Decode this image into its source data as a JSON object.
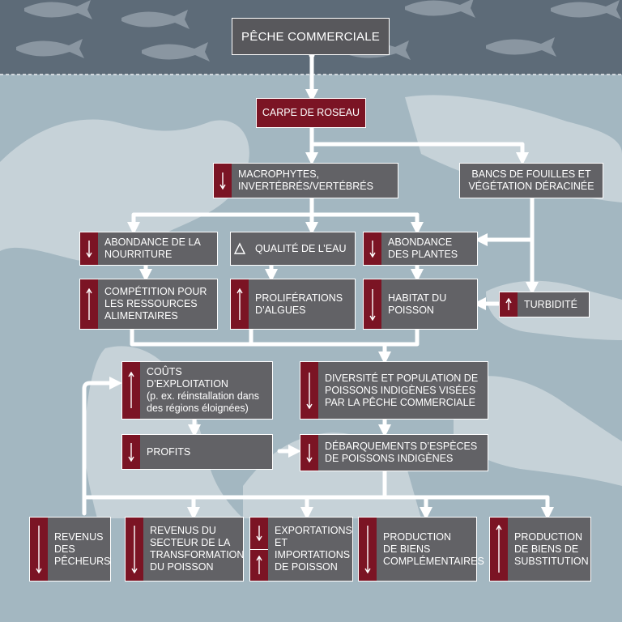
{
  "colors": {
    "background": "#a3b7c1",
    "band": "#5d6b78",
    "land": "#c6d2d8",
    "box": "#626266",
    "accent": "#7b1424",
    "arrow": "#ffffff"
  },
  "nodes": {
    "commercial_fishing": "PÊCHE COMMERCIALE",
    "reed_carp": "CARPE DE ROSEAU",
    "macrophytes": [
      "MACROPHYTES,",
      "INVERTÉBRÉS/VERTÉBRÉS"
    ],
    "spawning_beds": [
      "BANCS DE FOUILLES ET",
      "VÉGÉTATION DÉRACINÉE"
    ],
    "food_abundance": [
      "ABONDANCE DE LA",
      "NOURRITURE"
    ],
    "water_quality": "QUALITÉ DE L’EAU",
    "plant_abundance": [
      "ABONDANCE",
      "DES PLANTES"
    ],
    "resource_competition": [
      "COMPÉTITION POUR",
      "LES RESSOURCES",
      "ALIMENTAIRES"
    ],
    "algal_blooms": [
      "PROLIFÉRATIONS",
      "D’ALGUES"
    ],
    "fish_habitat": [
      "HABITAT DU",
      "POISSON"
    ],
    "turbidity": "TURBIDITÉ",
    "operating_costs": [
      "COÛTS D’EXPLOITATION",
      "(p. ex. réinstallation dans",
      "des régions éloignées)"
    ],
    "native_diversity": [
      "DIVERSITÉ ET POPULATION DE",
      "POISSONS INDIGÈNES VISÉES",
      "PAR LA PÊCHE COMMERCIALE"
    ],
    "profits": "PROFITS",
    "native_landings": [
      "DÉBARQUEMENTS D’ESPÈCES",
      "DE POISSONS INDIGÈNES"
    ],
    "fisher_income": [
      "REVENUS",
      "DES",
      "PÊCHEURS"
    ],
    "processing_income": [
      "REVENUS DU",
      "SECTEUR DE LA",
      "TRANSFORMATION",
      "DU POISSON"
    ],
    "trade": [
      "EXPORTATIONS",
      "ET",
      "IMPORTATIONS",
      "DE POISSON"
    ],
    "complementary_goods": [
      "PRODUCTION",
      "DE BIENS",
      "COMPLÉMENTAIRES"
    ],
    "substitute_goods": [
      "PRODUCTION",
      "DE BIENS DE",
      "SUBSTITUTION"
    ]
  },
  "indicators": {
    "macrophytes": "decrease",
    "food_abundance": "decrease",
    "water_quality": "change",
    "plant_abundance": "decrease",
    "resource_competition": "increase",
    "algal_blooms": "increase",
    "fish_habitat": "decrease",
    "turbidity": "increase",
    "operating_costs": "increase",
    "native_diversity": "decrease",
    "profits": "decrease",
    "native_landings": "decrease",
    "fisher_income": "decrease",
    "processing_income": "decrease",
    "trade_exports": "decrease",
    "trade_imports": "increase",
    "complementary_goods": "decrease",
    "substitute_goods": "increase"
  },
  "edges": [
    [
      "commercial_fishing",
      "reed_carp"
    ],
    [
      "reed_carp",
      "macrophytes"
    ],
    [
      "reed_carp",
      "spawning_beds"
    ],
    [
      "macrophytes",
      "food_abundance"
    ],
    [
      "macrophytes",
      "water_quality"
    ],
    [
      "macrophytes",
      "plant_abundance"
    ],
    [
      "spawning_beds",
      "plant_abundance"
    ],
    [
      "spawning_beds",
      "turbidity"
    ],
    [
      "food_abundance",
      "resource_competition"
    ],
    [
      "water_quality",
      "algal_blooms"
    ],
    [
      "plant_abundance",
      "fish_habitat"
    ],
    [
      "turbidity",
      "fish_habitat"
    ],
    [
      "resource_competition",
      "native_diversity"
    ],
    [
      "algal_blooms",
      "native_diversity"
    ],
    [
      "fish_habitat",
      "native_diversity"
    ],
    [
      "native_diversity",
      "native_landings"
    ],
    [
      "operating_costs",
      "profits"
    ],
    [
      "profits",
      "native_landings"
    ],
    [
      "native_landings",
      "fisher_income"
    ],
    [
      "native_landings",
      "processing_income"
    ],
    [
      "native_landings",
      "trade"
    ],
    [
      "native_landings",
      "complementary_goods"
    ],
    [
      "native_landings",
      "substitute_goods"
    ],
    [
      "fisher_income",
      "operating_costs"
    ]
  ]
}
